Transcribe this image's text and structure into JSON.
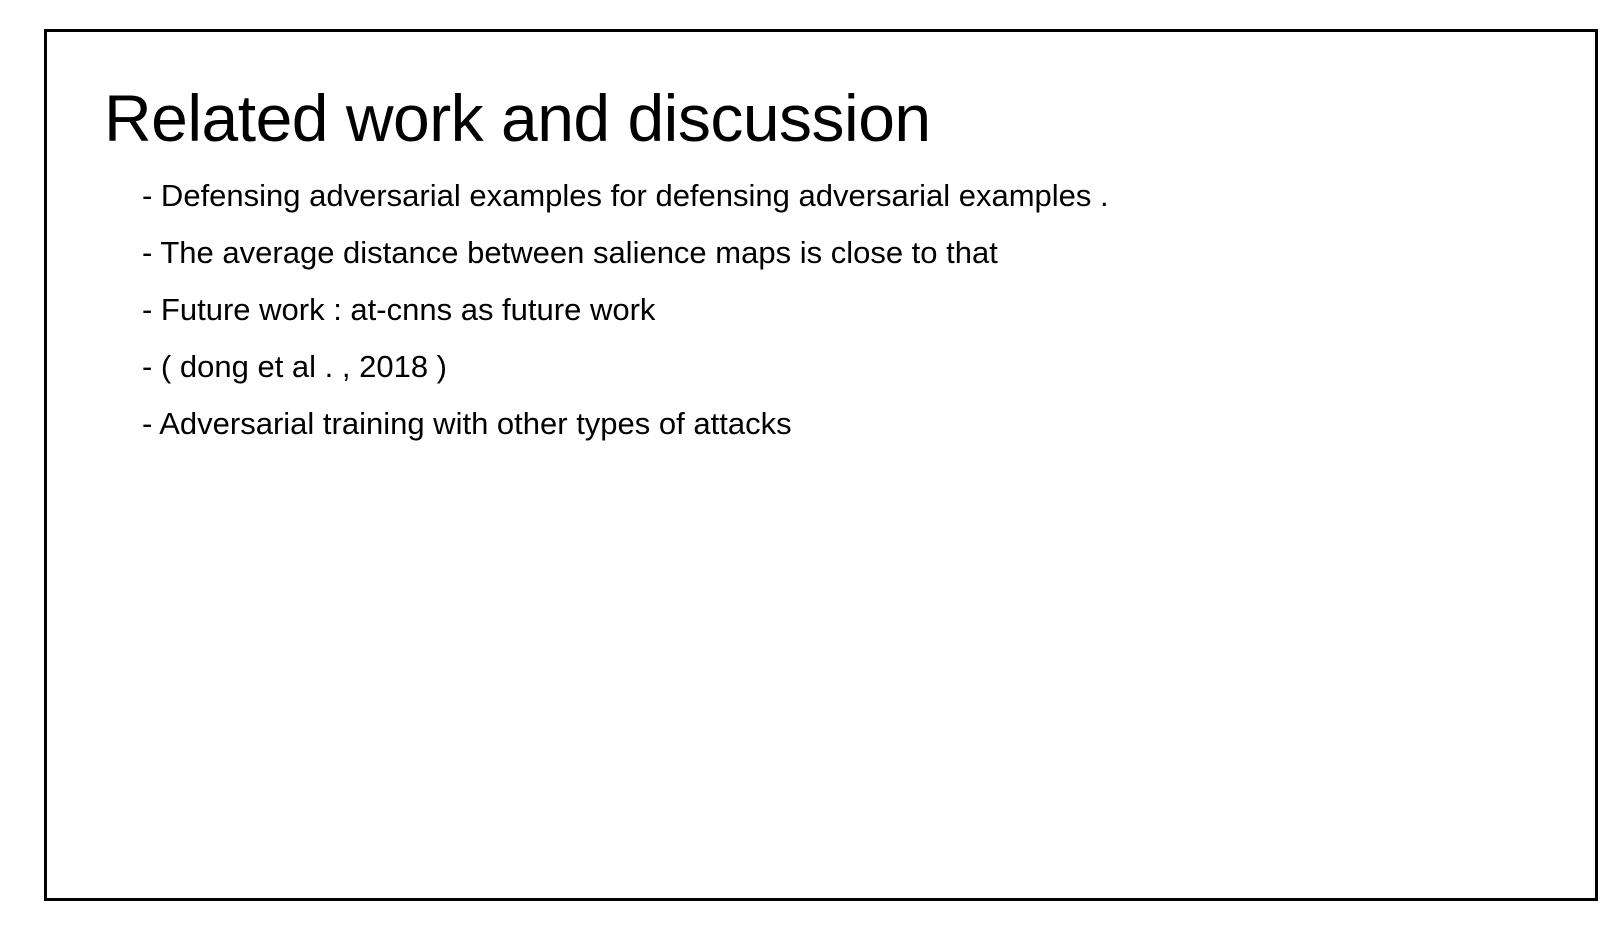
{
  "slide": {
    "title": "Related work and discussion",
    "bullets": [
      "- Defensing adversarial examples for defensing adversarial examples .",
      "- The average distance between salience maps is close to that",
      "- Future work : at-cnns as future work",
      "- ( dong et al . , 2018 )",
      "- Adversarial training with other types of attacks"
    ],
    "colors": {
      "background": "#ffffff",
      "text": "#000000",
      "border": "#000000"
    }
  }
}
